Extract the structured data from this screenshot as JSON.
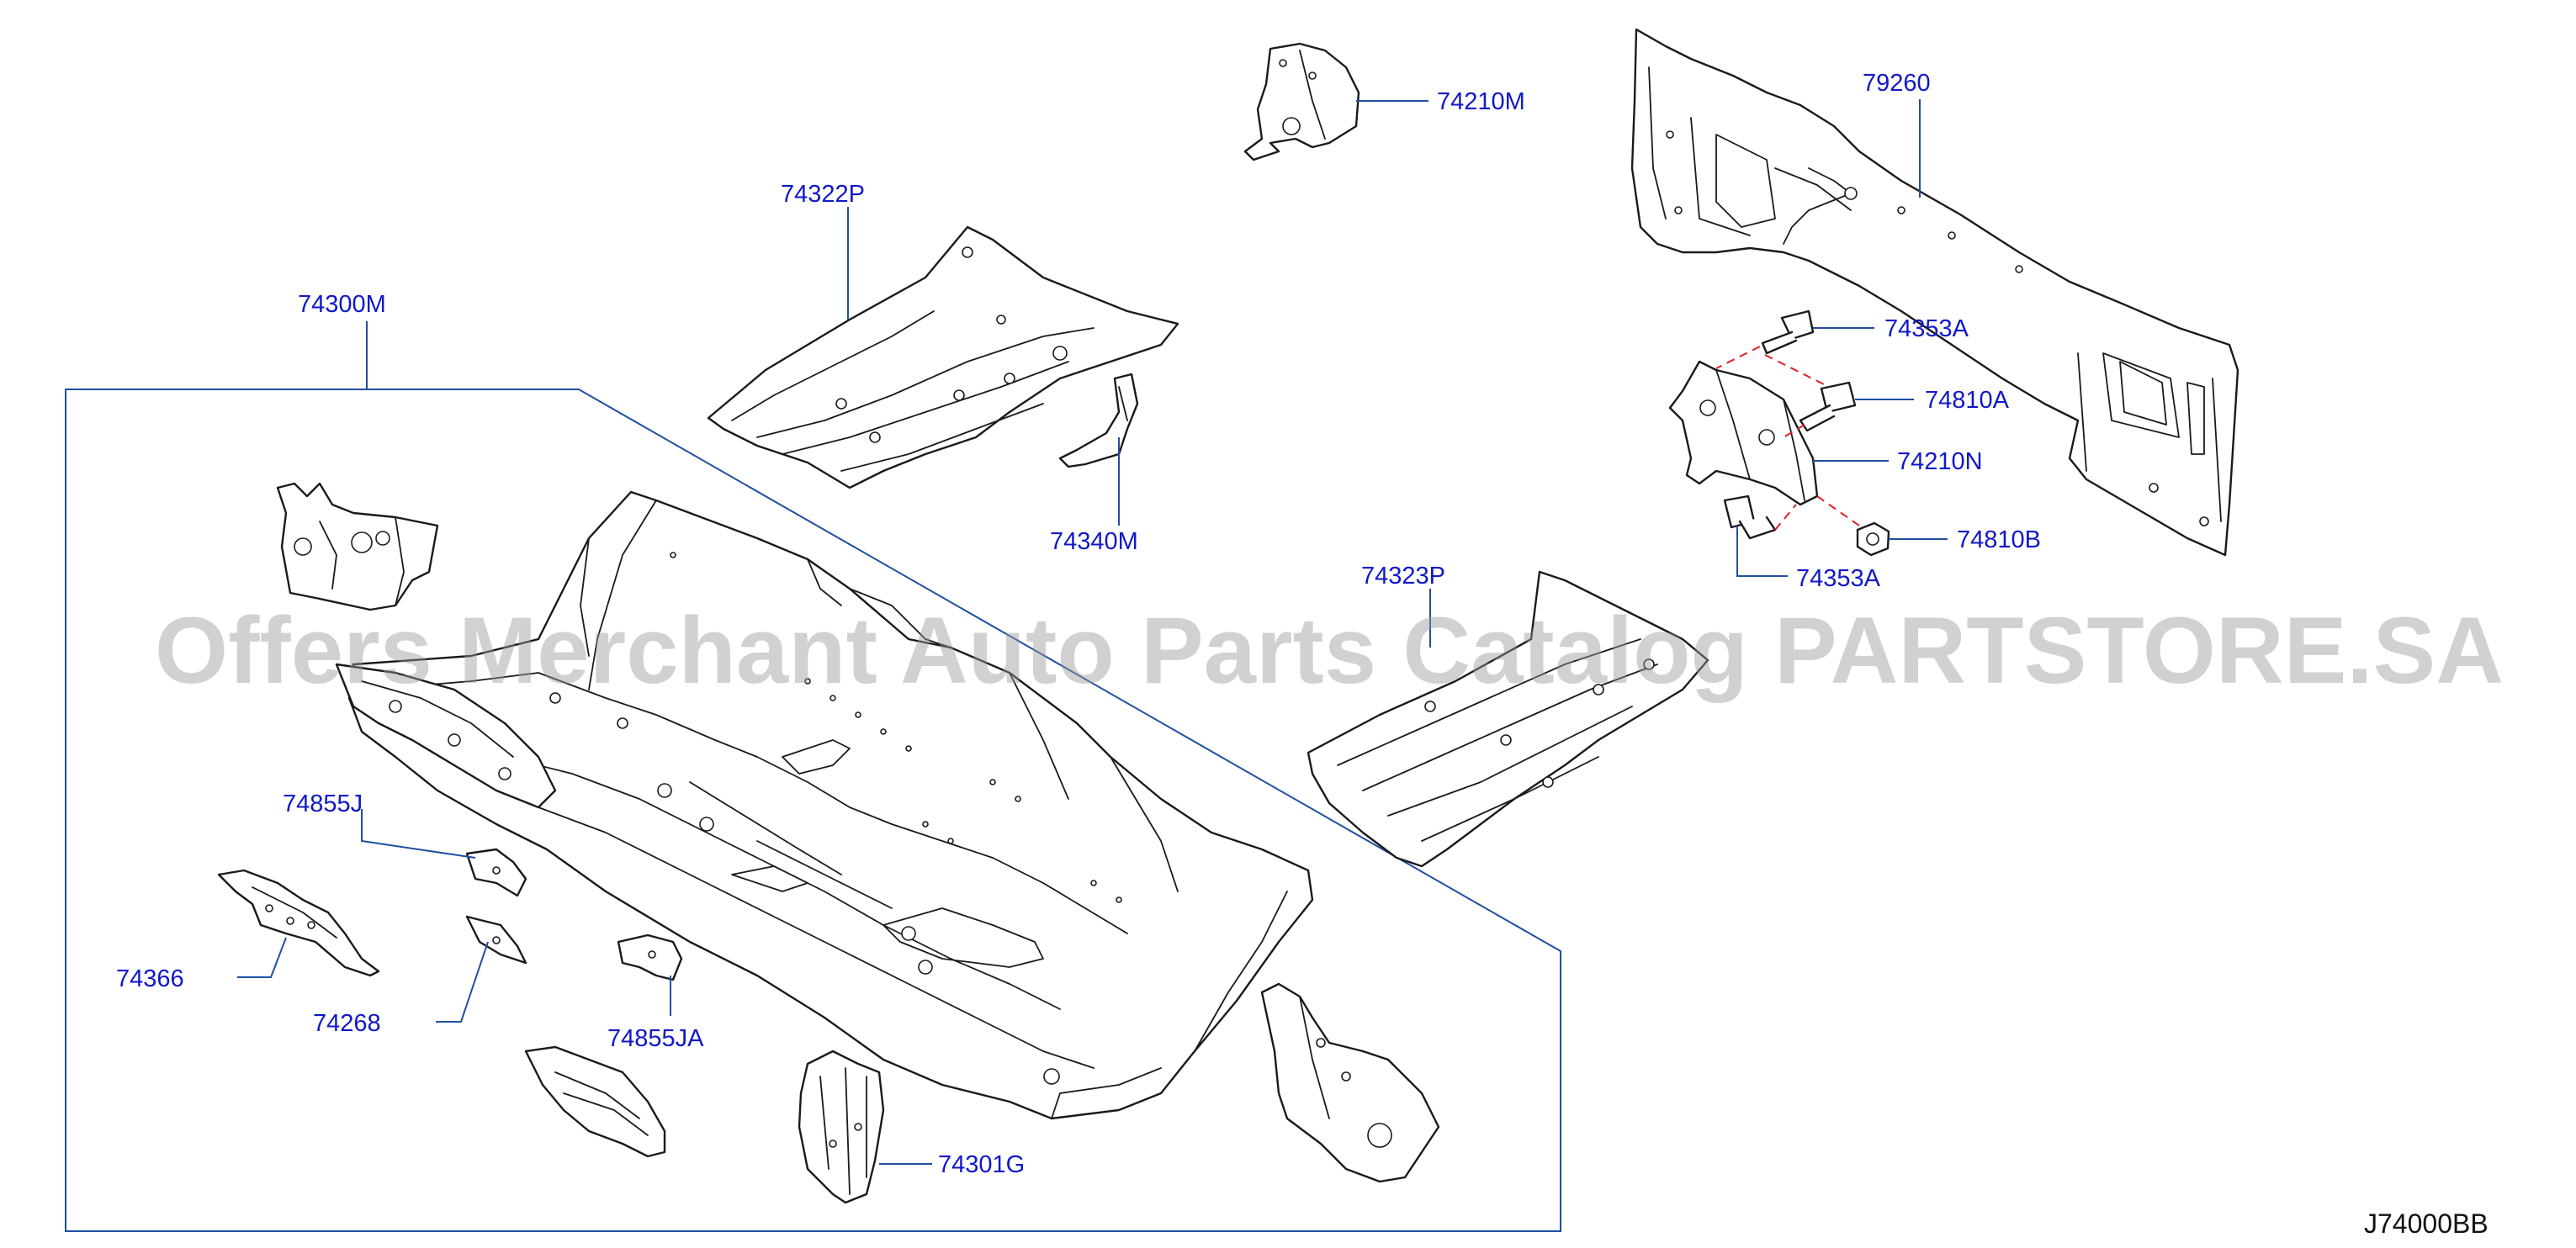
{
  "watermark": "Offers Merchant Auto Parts Catalog PARTSTORE.SA",
  "diagram_code": "J74000BB",
  "colors": {
    "label": "#1018c8",
    "leader": "#1f4fa0",
    "dashed": "#e0202a"
  },
  "labels": {
    "p74300M": "74300M",
    "p74322P": "74322P",
    "p74340M": "74340M",
    "p74210M": "74210M",
    "p79260": "79260",
    "p74353A_top": "74353A",
    "p74810A": "74810A",
    "p74210N": "74210N",
    "p74810B": "74810B",
    "p74353A_bottom": "74353A",
    "p74323P": "74323P",
    "p74855J": "74855J",
    "p74366": "74366",
    "p74268": "74268",
    "p74855JA": "74855JA",
    "p74301G": "74301G"
  }
}
